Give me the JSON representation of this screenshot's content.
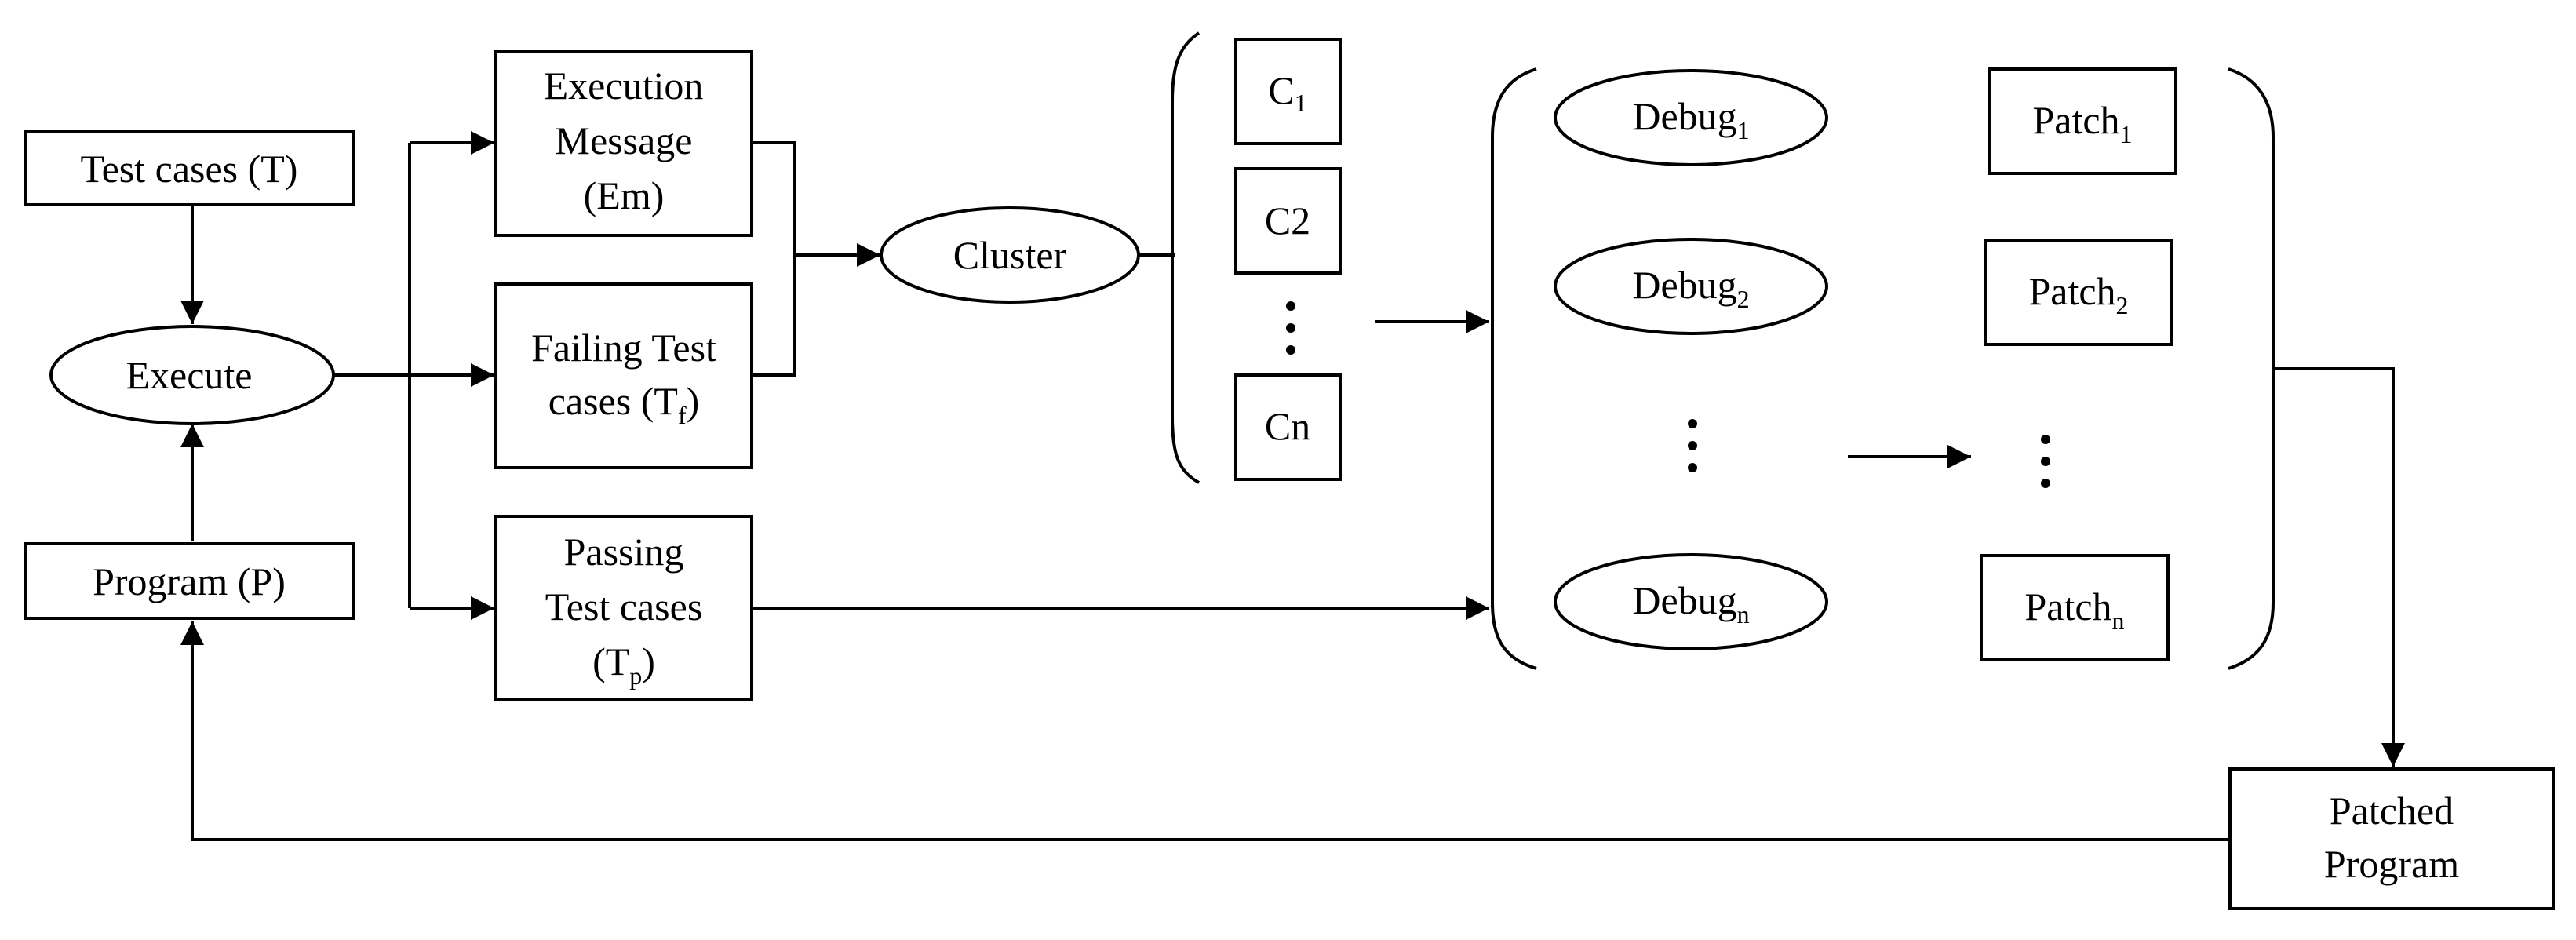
{
  "nodes": {
    "test_cases": "Test cases (T)",
    "execute": "Execute",
    "program": "Program (P)",
    "execution_message": [
      "Execution",
      "Message",
      "(Em)"
    ],
    "failing_tests": {
      "line1": "Failing Test",
      "line2_pre": "cases (T",
      "line2_sub": "f",
      "line2_post": ")"
    },
    "passing_tests": {
      "line1": "Passing",
      "line2": "Test cases",
      "line3_pre": "(T",
      "line3_sub": "p",
      "line3_post": ")"
    },
    "cluster": "Cluster",
    "clusters": [
      {
        "base": "C",
        "sub": "1"
      },
      {
        "base": "C2",
        "sub": ""
      },
      {
        "base": "Cn",
        "sub": ""
      }
    ],
    "debug": [
      {
        "base": "Debug",
        "sub": "1"
      },
      {
        "base": "Debug",
        "sub": "2"
      },
      {
        "base": "Debug",
        "sub": "n"
      }
    ],
    "patch": [
      {
        "base": "Patch",
        "sub": "1"
      },
      {
        "base": "Patch",
        "sub": "2"
      },
      {
        "base": "Patch",
        "sub": "n"
      }
    ],
    "patched_program": [
      "Patched",
      "Program"
    ]
  }
}
